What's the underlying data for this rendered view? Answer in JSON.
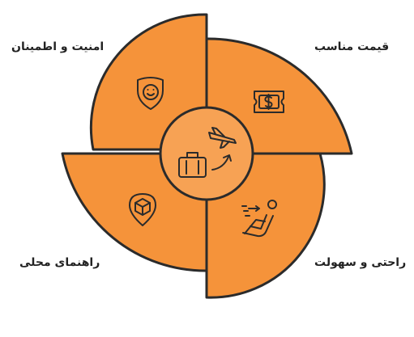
{
  "quadrants": {
    "top_left": {
      "label": "امنیت و اطمینان",
      "icon": "shield-smile-icon"
    },
    "top_right": {
      "label": "قیمت مناسب",
      "icon": "dollar-ticket-icon"
    },
    "bottom_left": {
      "label": "راهنمای محلی",
      "icon": "map-pin-box-icon"
    },
    "bottom_right": {
      "label": "راحتی و سهولت",
      "icon": "reclining-seat-icon"
    }
  },
  "center": {
    "icon": "travel-luggage-plane-icon"
  },
  "colors": {
    "fill": "#F5933A",
    "stroke": "#2B2B2B",
    "center_fill": "#F7A254",
    "label": "#222222"
  }
}
